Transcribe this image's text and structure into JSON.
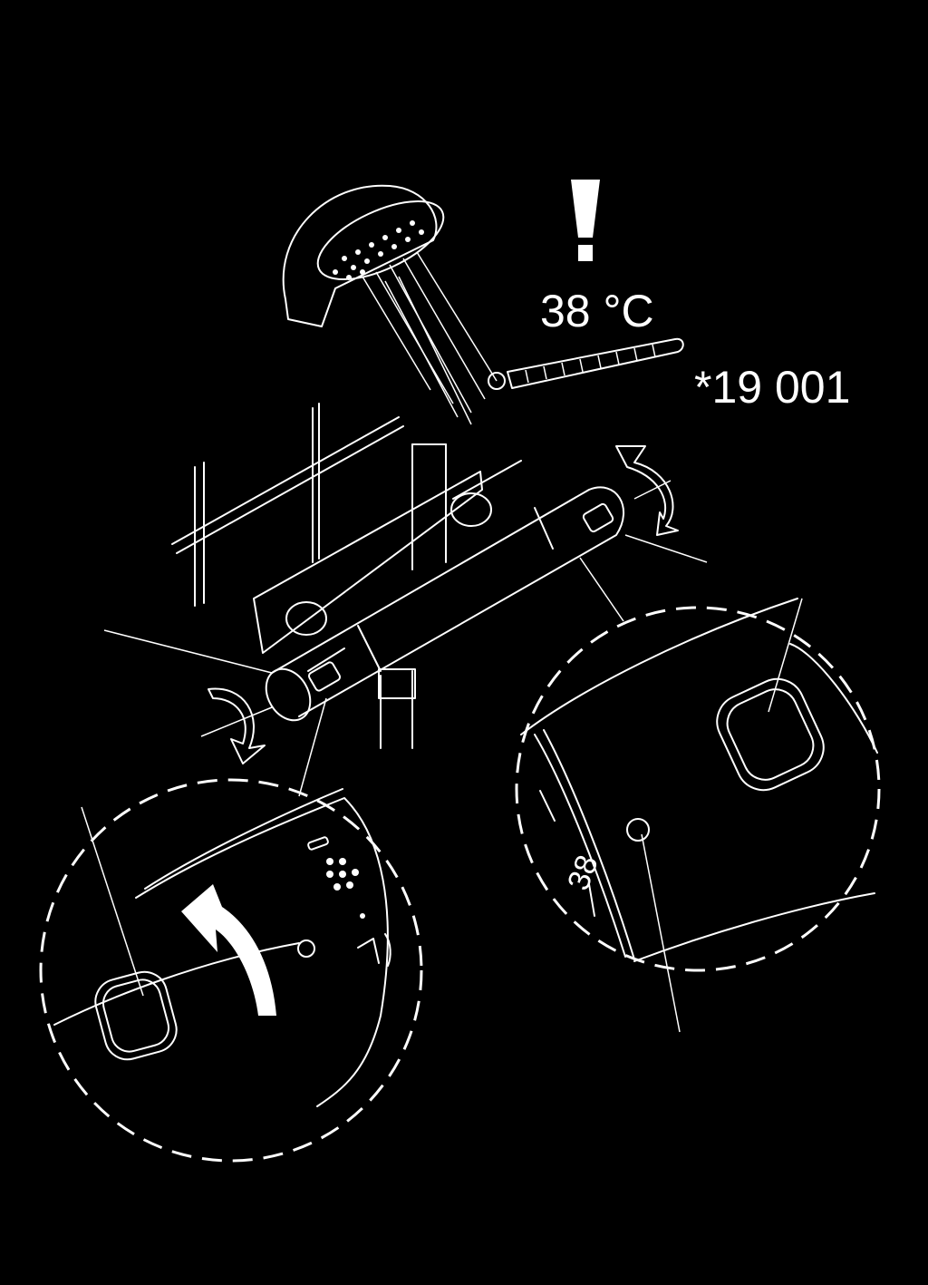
{
  "diagram": {
    "temperature_label": "38 °C",
    "part_number_label": "*19 001",
    "dial_marking": "38",
    "warning_symbol": "!"
  },
  "colors": {
    "background": "#000000",
    "lines": "#ffffff"
  },
  "icons": [
    "warning-icon",
    "shower-head-icon",
    "thermometer-icon",
    "rotate-arrow-icon",
    "spray-icon"
  ]
}
